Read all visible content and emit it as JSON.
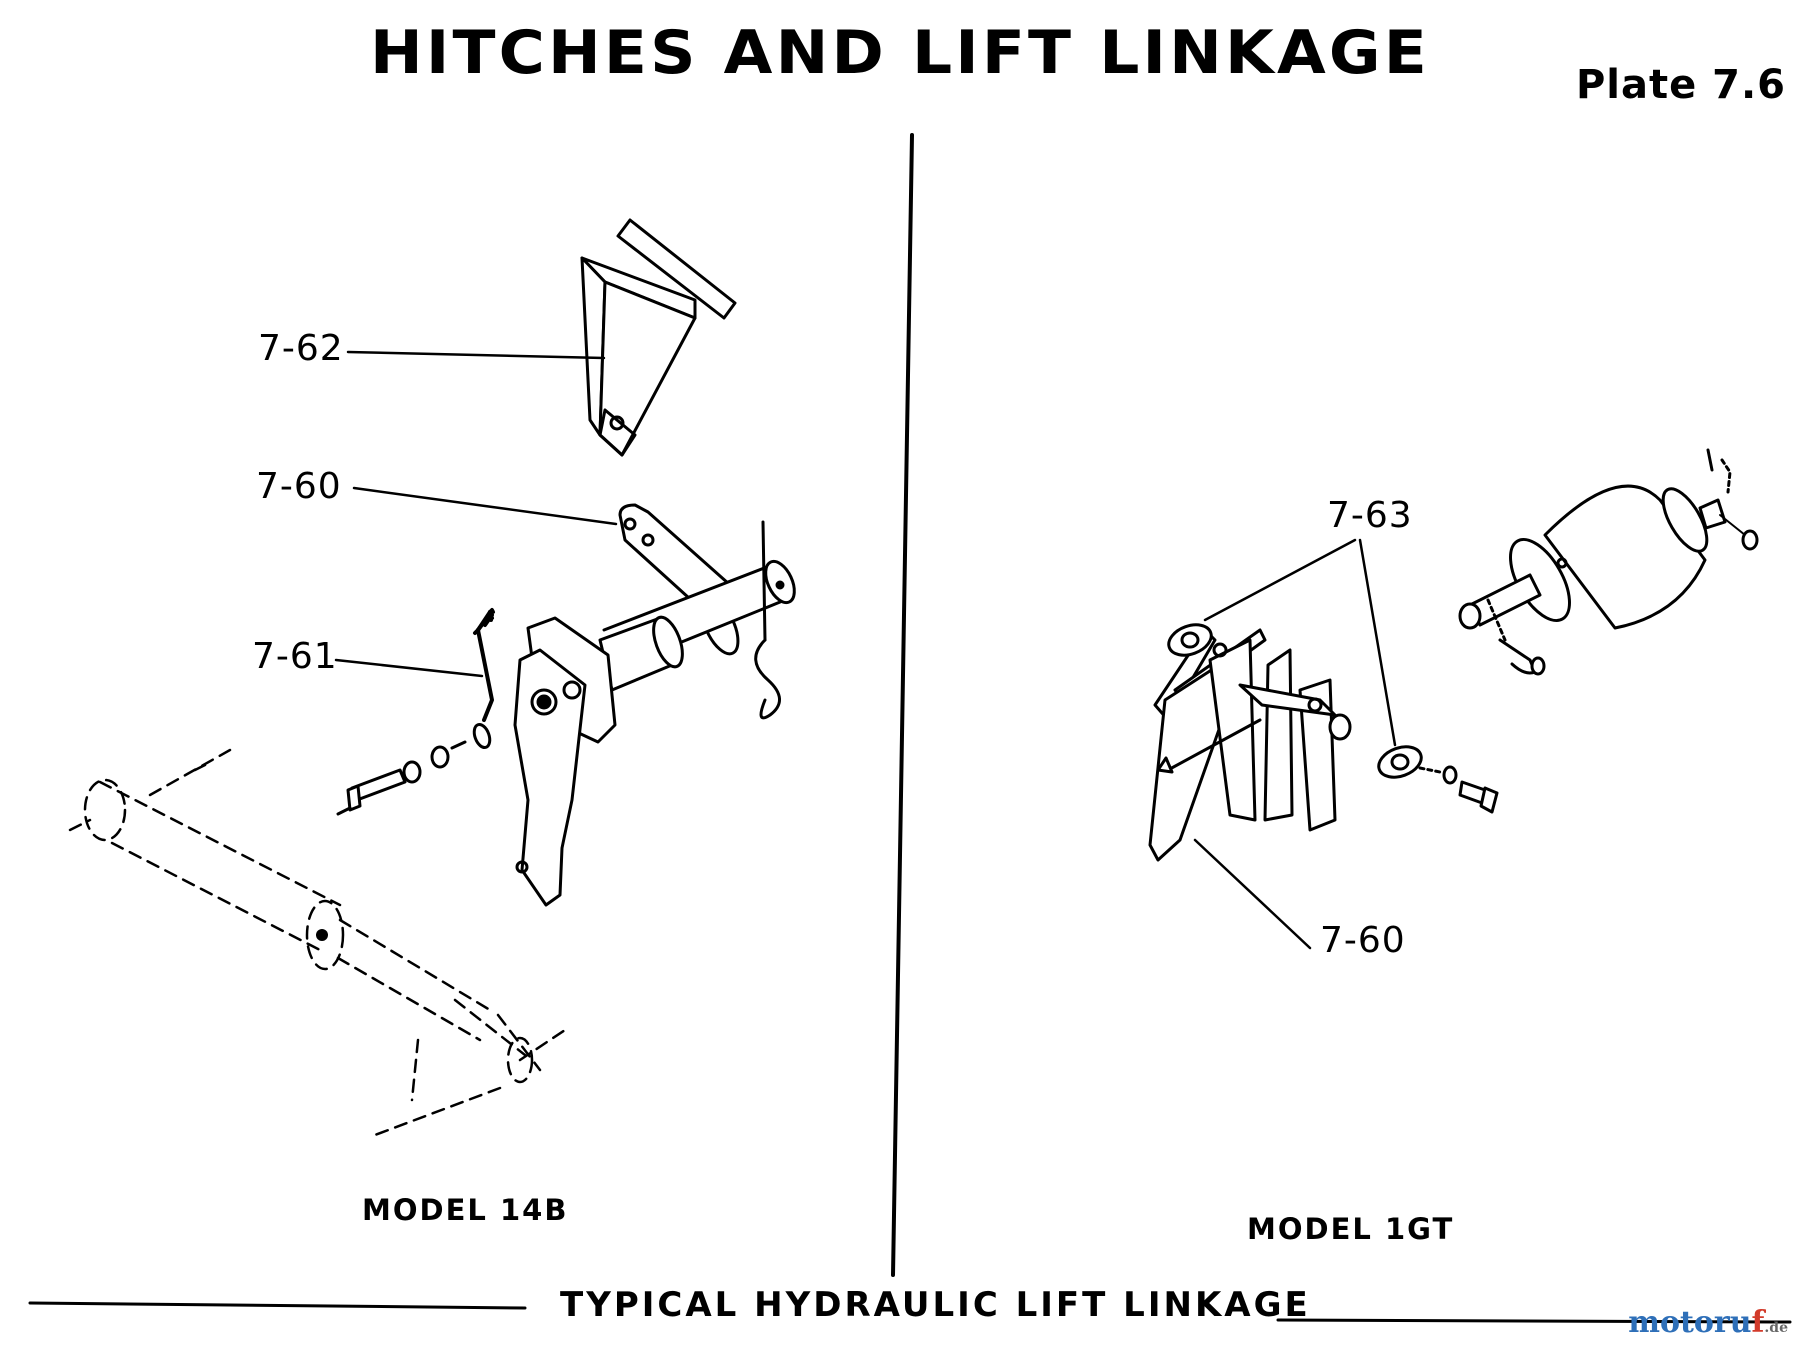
{
  "header": {
    "title": "HITCHES AND LIFT LINKAGE",
    "plate": "Plate 7.6"
  },
  "left_panel": {
    "model": "MODEL 14B",
    "callouts": [
      "7-62",
      "7-60",
      "7-61"
    ]
  },
  "right_panel": {
    "model": "MODEL 1GT",
    "callouts": [
      "7-63",
      "7-60"
    ]
  },
  "footer": {
    "caption": "TYPICAL HYDRAULIC LIFT LINKAGE"
  },
  "watermark": {
    "text_main": "motoru",
    "text_accent": "f",
    "text_suffix": ".de"
  }
}
